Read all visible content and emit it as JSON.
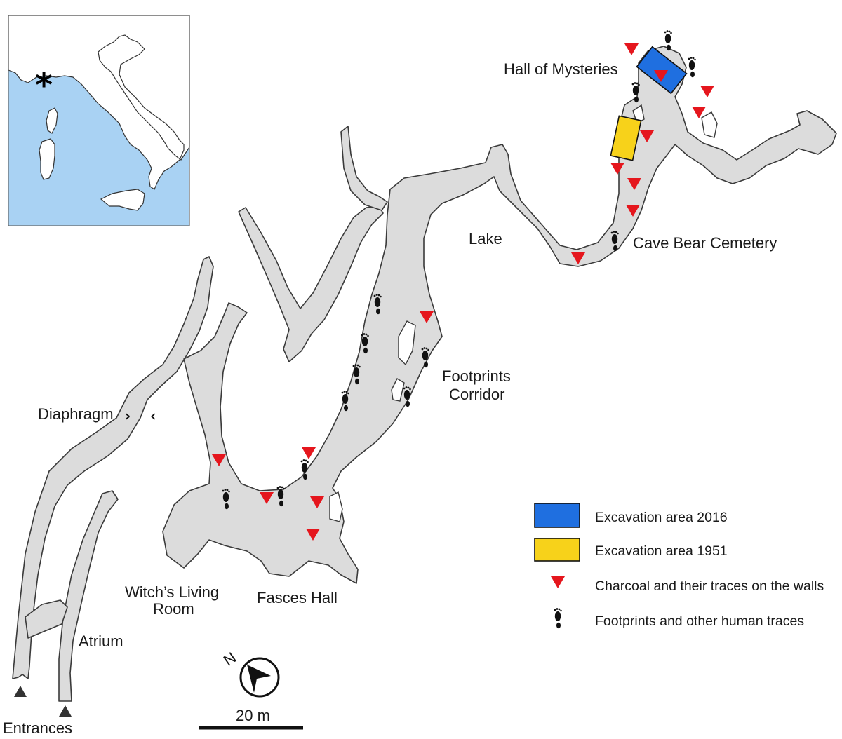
{
  "colors": {
    "cave_fill": "#dcdcdc",
    "sea": "#a9d2f3",
    "excavation_2016": "#1f6fe0",
    "excavation_1951": "#f7d21a",
    "charcoal": "#e5161d",
    "footprint": "#111111"
  },
  "labels": {
    "hall_of_mysteries": "Hall of Mysteries",
    "lake": "Lake",
    "cave_bear_cemetery": "Cave Bear Cemetery",
    "footprints_corridor_1": "Footprints",
    "footprints_corridor_2": "Corridor",
    "diaphragm": "Diaphragm",
    "witchs_living_room_1": "Witch’s Living",
    "witchs_living_room_2": "Room",
    "fasces_hall": "Fasces Hall",
    "atrium": "Atrium",
    "entrances": "Entrances",
    "scale": "20 m",
    "north": "N",
    "location_marker": "*"
  },
  "legend": [
    {
      "label": "Excavation area 2016",
      "symbol": "blue-rect"
    },
    {
      "label": "Excavation area 1951",
      "symbol": "yellow-rect"
    },
    {
      "label": "Charcoal and their traces on the walls",
      "symbol": "red-triangle"
    },
    {
      "label": "Footprints and other human traces",
      "symbol": "footprint-icon"
    }
  ]
}
